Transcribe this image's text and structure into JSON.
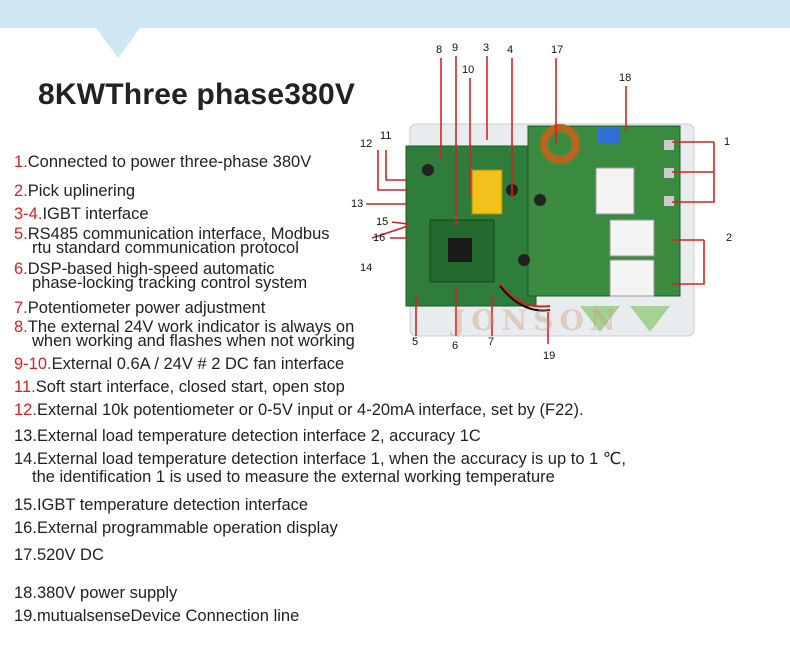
{
  "title": "8KWThree phase380V",
  "items": [
    {
      "num": "1.",
      "text": "Connected to power three-phase 380V"
    },
    {
      "num": "2.",
      "text": "Pick uplinering"
    },
    {
      "num": "3-4.",
      "text": "IGBT interface"
    },
    {
      "num": "5.",
      "text": "RS485 communication interface, Modbus",
      "cont": "rtu standard communication protocol"
    },
    {
      "num": "6.",
      "text": "DSP-based high-speed automatic",
      "cont": "phase-locking tracking control system"
    },
    {
      "num": "7.",
      "text": "Potentiometer power adjustment"
    },
    {
      "num": "8.",
      "text": "The external 24V work indicator is always on",
      "cont": "when working and flashes when not working"
    },
    {
      "num": "9-10.",
      "text": "External 0.6A / 24V # 2 DC fan interface"
    },
    {
      "num": "11.",
      "text": "Soft start interface, closed start, open stop"
    },
    {
      "num": "12.",
      "text": "External 10k potentiometer or 0-5V input or 4-20mA interface, set by (F22)."
    },
    {
      "num": "13.",
      "text": "External load temperature detection interface 2, accuracy 1C"
    },
    {
      "num": "14.",
      "text": "External load temperature detection interface 1, when the accuracy is up to 1 ℃,",
      "cont": "the identification 1 is used to measure the external working temperature"
    },
    {
      "num": "15.",
      "text": "IGBT temperature detection interface"
    },
    {
      "num": "16.",
      "text": "External programmable operation display"
    },
    {
      "num": "17.",
      "text": "520V DC"
    },
    {
      "num": "18.",
      "text": "380V power supply"
    },
    {
      "num": "19.",
      "text": "mutualsenseDevice Connection line"
    }
  ],
  "callouts": [
    "1",
    "2",
    "3",
    "4",
    "5",
    "6",
    "7",
    "8",
    "9",
    "10",
    "11",
    "12",
    "13",
    "14",
    "15",
    "16",
    "17",
    "18",
    "19"
  ],
  "watermark": "JONSON",
  "colors": {
    "accent_red": "#d92121",
    "top_bar": "#cfe6f4",
    "pcb_green": "#2f7d3a"
  }
}
